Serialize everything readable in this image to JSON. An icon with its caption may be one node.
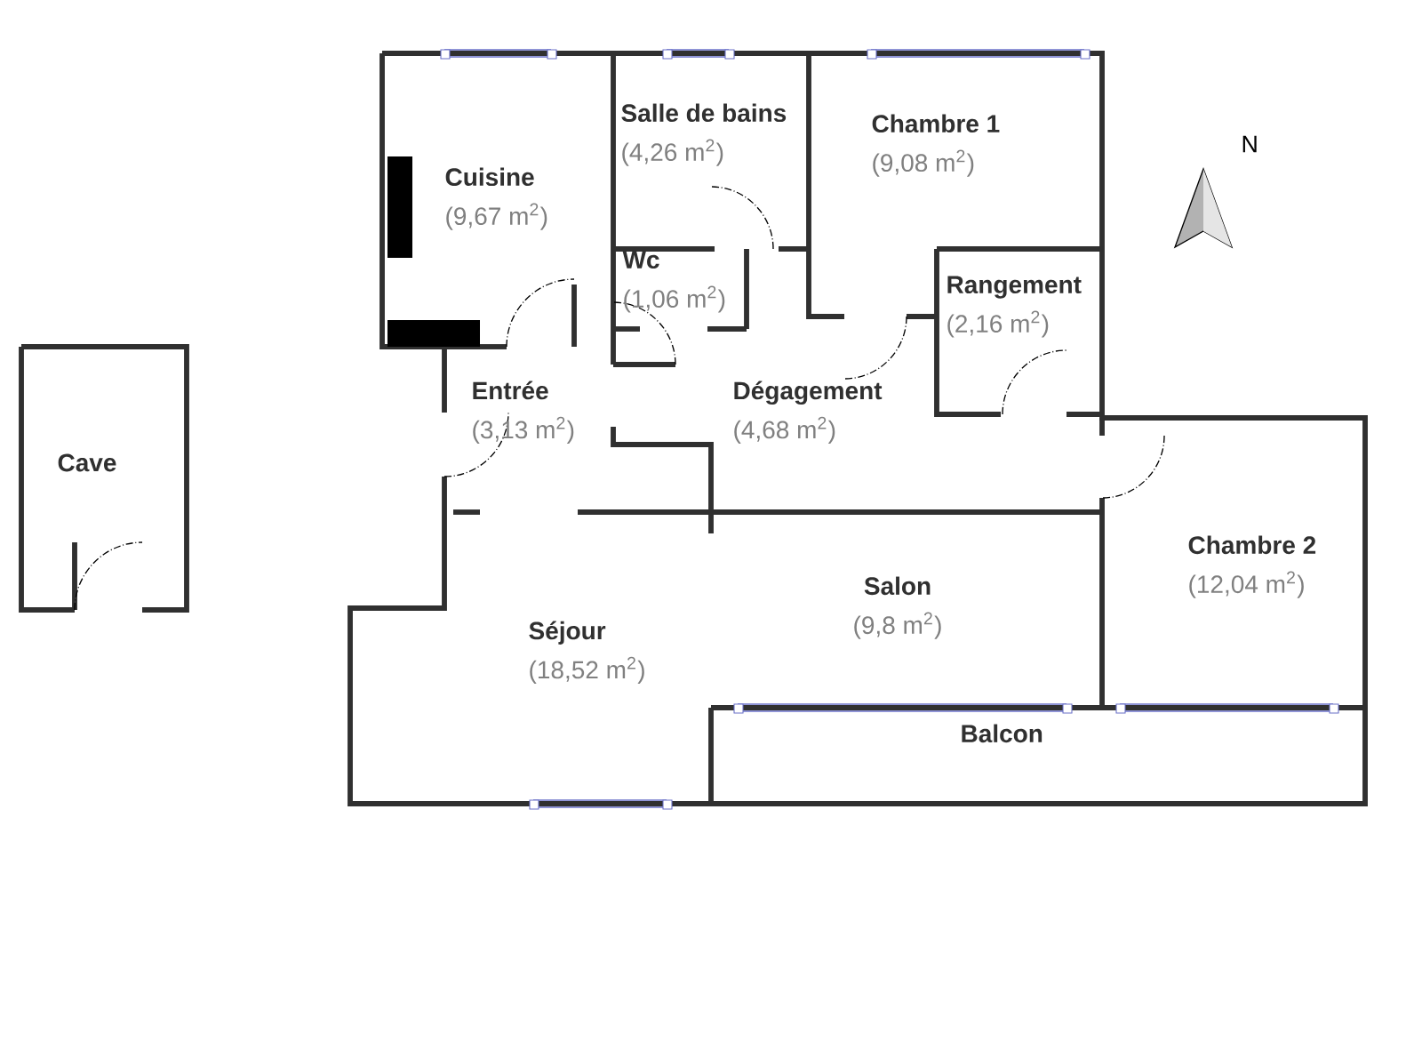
{
  "diagram": {
    "nodes": [
      {
        "text": [
          "Cuisine",
          "(9,67 m$^{2}$)"
        ]
      },
      {
        "text": [
          "Salle de bains",
          "(4,26 m$^{2}$)"
        ]
      },
      {
        "text": [
          "Chambre 1",
          "(9,08 m$^{2}$)"
        ]
      },
      {
        "text": [
          "Wc",
          "(1,06 m$^{2}$)"
        ]
      },
      {
        "text": [
          "Rangement",
          "(2,16 m$^{2}$)"
        ]
      },
      {
        "text": [
          "Entrée",
          "(3,13 m$^{2}$)"
        ]
      },
      {
        "text": [
          "Dégagement",
          "(4,68 m$^{2}$)"
        ]
      },
      {
        "text": [
          "Cave"
        ]
      },
      {
        "text": [
          "Chambre 2",
          "(12,04 m$^{2}$)"
        ]
      },
      {
        "text": [
          "Salon",
          "(9,8 m$^{2}$)"
        ]
      },
      {
        "text": [
          "Séjour",
          "(18,52 m$^{2}$)"
        ]
      },
      {
        "text": [
          "Balcon"
        ]
      }
    ],
    "labels": [
      "N"
    ]
  }
}
